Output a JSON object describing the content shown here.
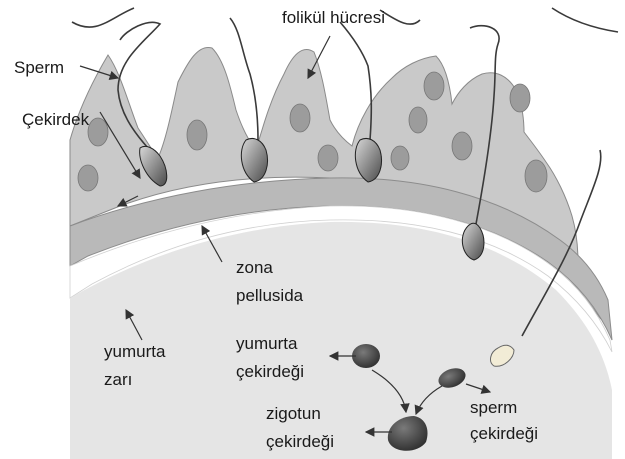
{
  "labels": {
    "folikul_hucresi": "folikül hücresi",
    "sperm": "Sperm",
    "cekirdek": "Çekirdek",
    "zona_line1": "zona",
    "zona_line2": "pellusida",
    "yumurta_zari_line1": "yumurta",
    "yumurta_zari_line2": "zarı",
    "yumurta_cekirdegi_line1": "yumurta",
    "yumurta_cekirdegi_line2": "çekirdeği",
    "sperm_cekirdegi_line1": "sperm",
    "sperm_cekirdegi_line2": "çekirdeği",
    "zigotun_line1": "zigotun",
    "zigotun_line2": "çekirdeği"
  },
  "colors": {
    "follicle_fill": "#c9c9c9",
    "follicle_nucleus": "#9a9a9a",
    "zona": "#b8b8b8",
    "membrane": "#ffffff",
    "cytoplasm": "#e6e6e6",
    "nucleus_dark": "#3a3a3a",
    "line": "#333333"
  }
}
